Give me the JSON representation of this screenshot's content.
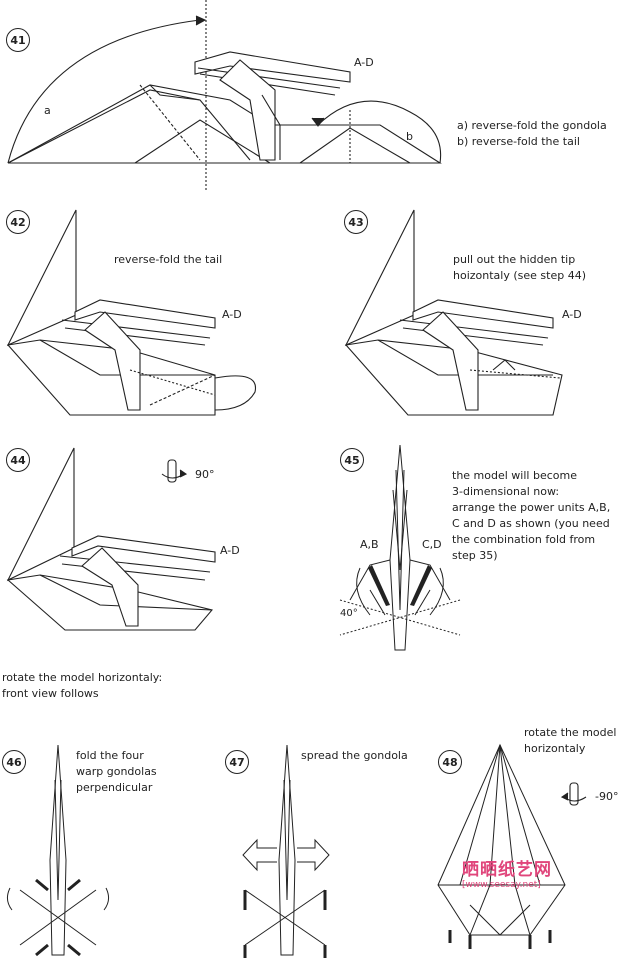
{
  "steps": [
    {
      "num": "41",
      "labels": {
        "ad": "A-D",
        "a": "a",
        "b": "b"
      },
      "text": "a) reverse-fold the gondola\nb) reverse-fold the tail"
    },
    {
      "num": "42",
      "labels": {
        "ad": "A-D"
      },
      "text": "reverse-fold the tail"
    },
    {
      "num": "43",
      "labels": {
        "ad": "A-D"
      },
      "text": "pull out the hidden tip\nhoizontaly (see step 44)"
    },
    {
      "num": "44",
      "labels": {
        "ad": "A-D",
        "rot": "90°"
      }
    },
    {
      "num": "45",
      "labels": {
        "ab": "A,B",
        "cd": "C,D",
        "angle": "40°"
      },
      "text": "the model will become\n3-dimensional now:\narrange the power units A,B,\nC and D as shown (you need\nthe combination fold from\nstep 35)"
    },
    {
      "num": "46",
      "text": "fold the four\nwarp gondolas\nperpendicular"
    },
    {
      "num": "47",
      "text": "spread the gondola"
    },
    {
      "num": "48",
      "labels": {
        "rot": "-90°"
      },
      "text": "rotate the model\nhorizontaly"
    }
  ],
  "between_note": "rotate the model horizontaly:\nfront view follows",
  "watermark": {
    "cn": "晒晒纸艺网",
    "url": "[www.seesay.net]",
    "color": "#e0457b"
  }
}
